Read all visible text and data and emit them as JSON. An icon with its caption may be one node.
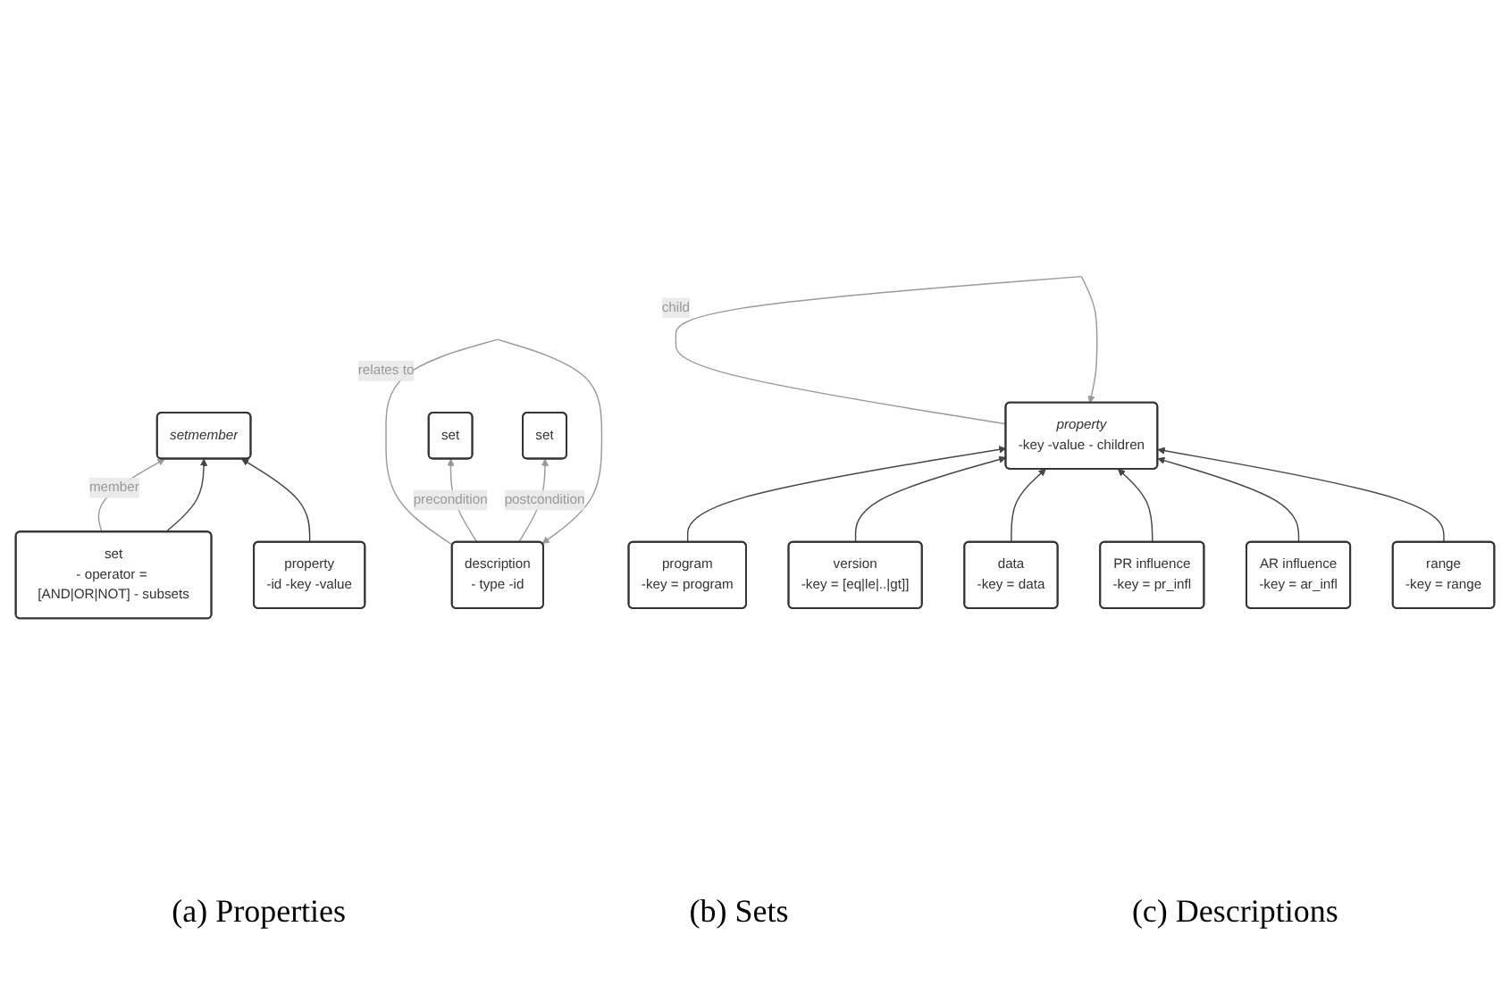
{
  "diagram": {
    "nodes": [
      {
        "text": [
          "property",
          "-key -value - children"
        ]
      },
      {
        "text": [
          "program",
          "-key = program"
        ]
      },
      {
        "text": [
          "version",
          "-key = [eq|le|..|gt]]"
        ]
      },
      {
        "text": [
          "data",
          "-key = data"
        ]
      },
      {
        "text": [
          "PR influence",
          "-key = pr_infl"
        ]
      },
      {
        "text": [
          "AR influence",
          "-key = ar_infl"
        ]
      },
      {
        "text": [
          "range",
          "-key = range"
        ]
      },
      {
        "text": [
          "setmember"
        ]
      },
      {
        "text": [
          "set",
          "- operator = [AND|OR|NOT] - subsets"
        ]
      },
      {
        "text": [
          "property",
          "-id -key -value"
        ]
      },
      {
        "text": [
          "description",
          "- type -id"
        ]
      },
      {
        "text": [
          "set"
        ]
      },
      {
        "text": [
          "set"
        ]
      }
    ],
    "edges": [
      {
        "from": 0,
        "to": 0,
        "arrow": "to",
        "label": "child",
        "color": "#999999"
      },
      {
        "from": 1,
        "to": 0,
        "arrow": "to"
      },
      {
        "from": 2,
        "to": 0,
        "arrow": "to"
      },
      {
        "from": 3,
        "to": 0,
        "arrow": "to"
      },
      {
        "from": 4,
        "to": 0,
        "arrow": "to"
      },
      {
        "from": 5,
        "to": 0,
        "arrow": "to"
      },
      {
        "from": 6,
        "to": 0,
        "arrow": "to"
      },
      {
        "from": 8,
        "to": 7,
        "arrow": "to",
        "label": "member",
        "color": "#999999"
      },
      {
        "from": 8,
        "to": 7,
        "arrow": "to"
      },
      {
        "from": 9,
        "to": 7,
        "arrow": "to"
      },
      {
        "from": 10,
        "to": 10,
        "arrow": "to",
        "label": "relates to",
        "color": "#999999"
      },
      {
        "from": 10,
        "to": 11,
        "arrow": "to",
        "label": "precondition",
        "color": "#999999"
      },
      {
        "from": 10,
        "to": 12,
        "arrow": "to",
        "label": "postcondition",
        "color": "#999999"
      }
    ],
    "labels": [
      "(a) Properties",
      "(b) Sets",
      "(c) Descriptions"
    ]
  }
}
